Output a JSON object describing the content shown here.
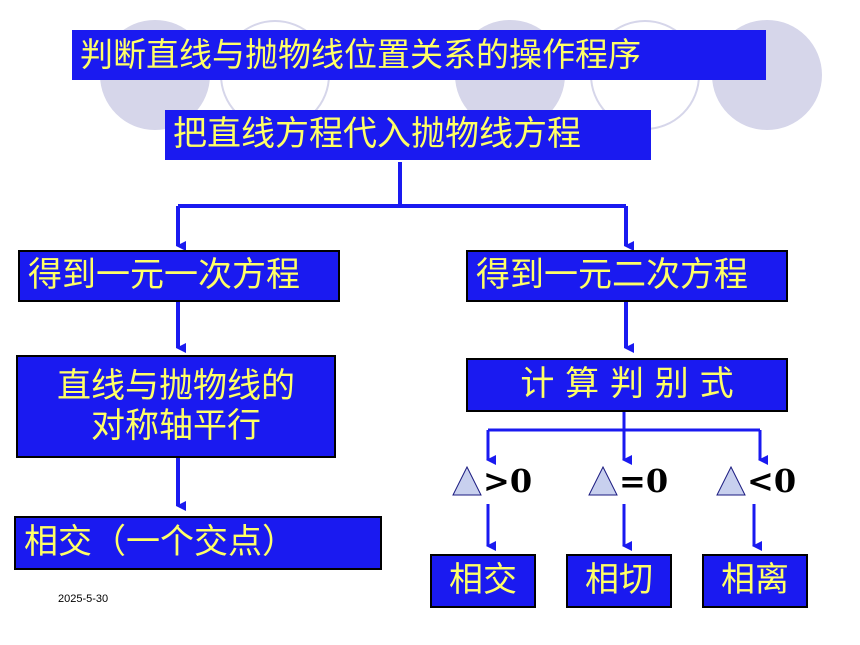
{
  "title": "判断直线与抛物线位置关系的操作程序",
  "step_substitute": "把直线方程代入抛物线方程",
  "left_branch": {
    "equation": "得到一元一次方程",
    "parallel_line1": "直线与抛物线的",
    "parallel_line2": "对称轴平行",
    "result": "相交（一个交点）"
  },
  "right_branch": {
    "equation": "得到一元二次方程",
    "discriminant": "计 算 判 别 式",
    "cases": [
      {
        "sign": ">0",
        "result": "相交"
      },
      {
        "sign": "=0",
        "result": "相切"
      },
      {
        "sign": "<0",
        "result": "相离"
      }
    ]
  },
  "date": "2025-5-30",
  "colors": {
    "box_fill": "#1a1af0",
    "box_text": "#ffff66",
    "connector": "#1a1af0",
    "decoration": "#d6d6ea"
  }
}
